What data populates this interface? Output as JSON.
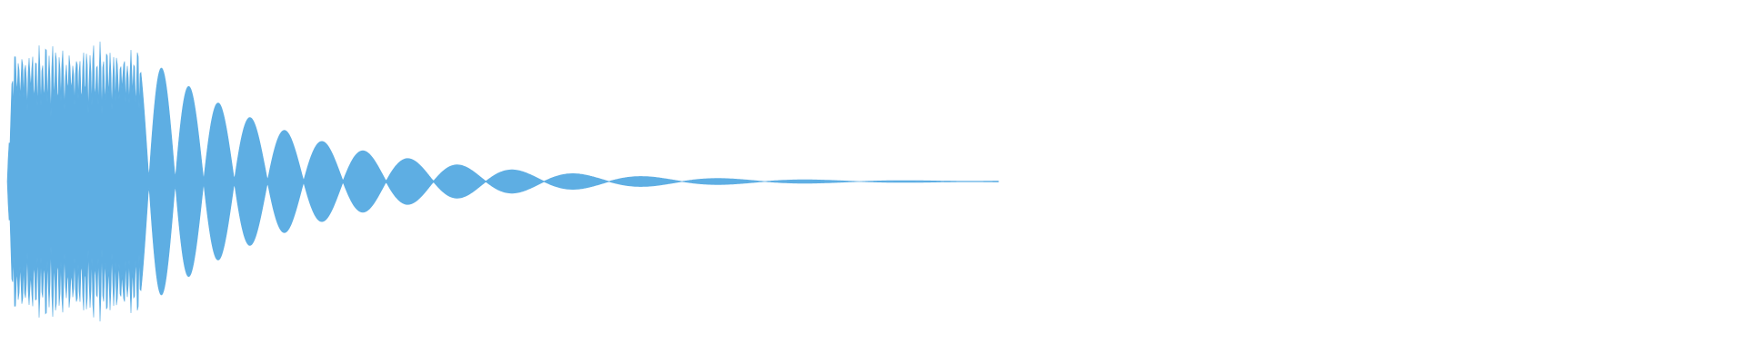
{
  "waveform": {
    "color": "#5eaee3",
    "background": "#ffffff",
    "shape": "decaying-oscillation",
    "peak_amplitude": 1.0,
    "decay": "exponential",
    "visible_duration_fraction": 0.57
  }
}
